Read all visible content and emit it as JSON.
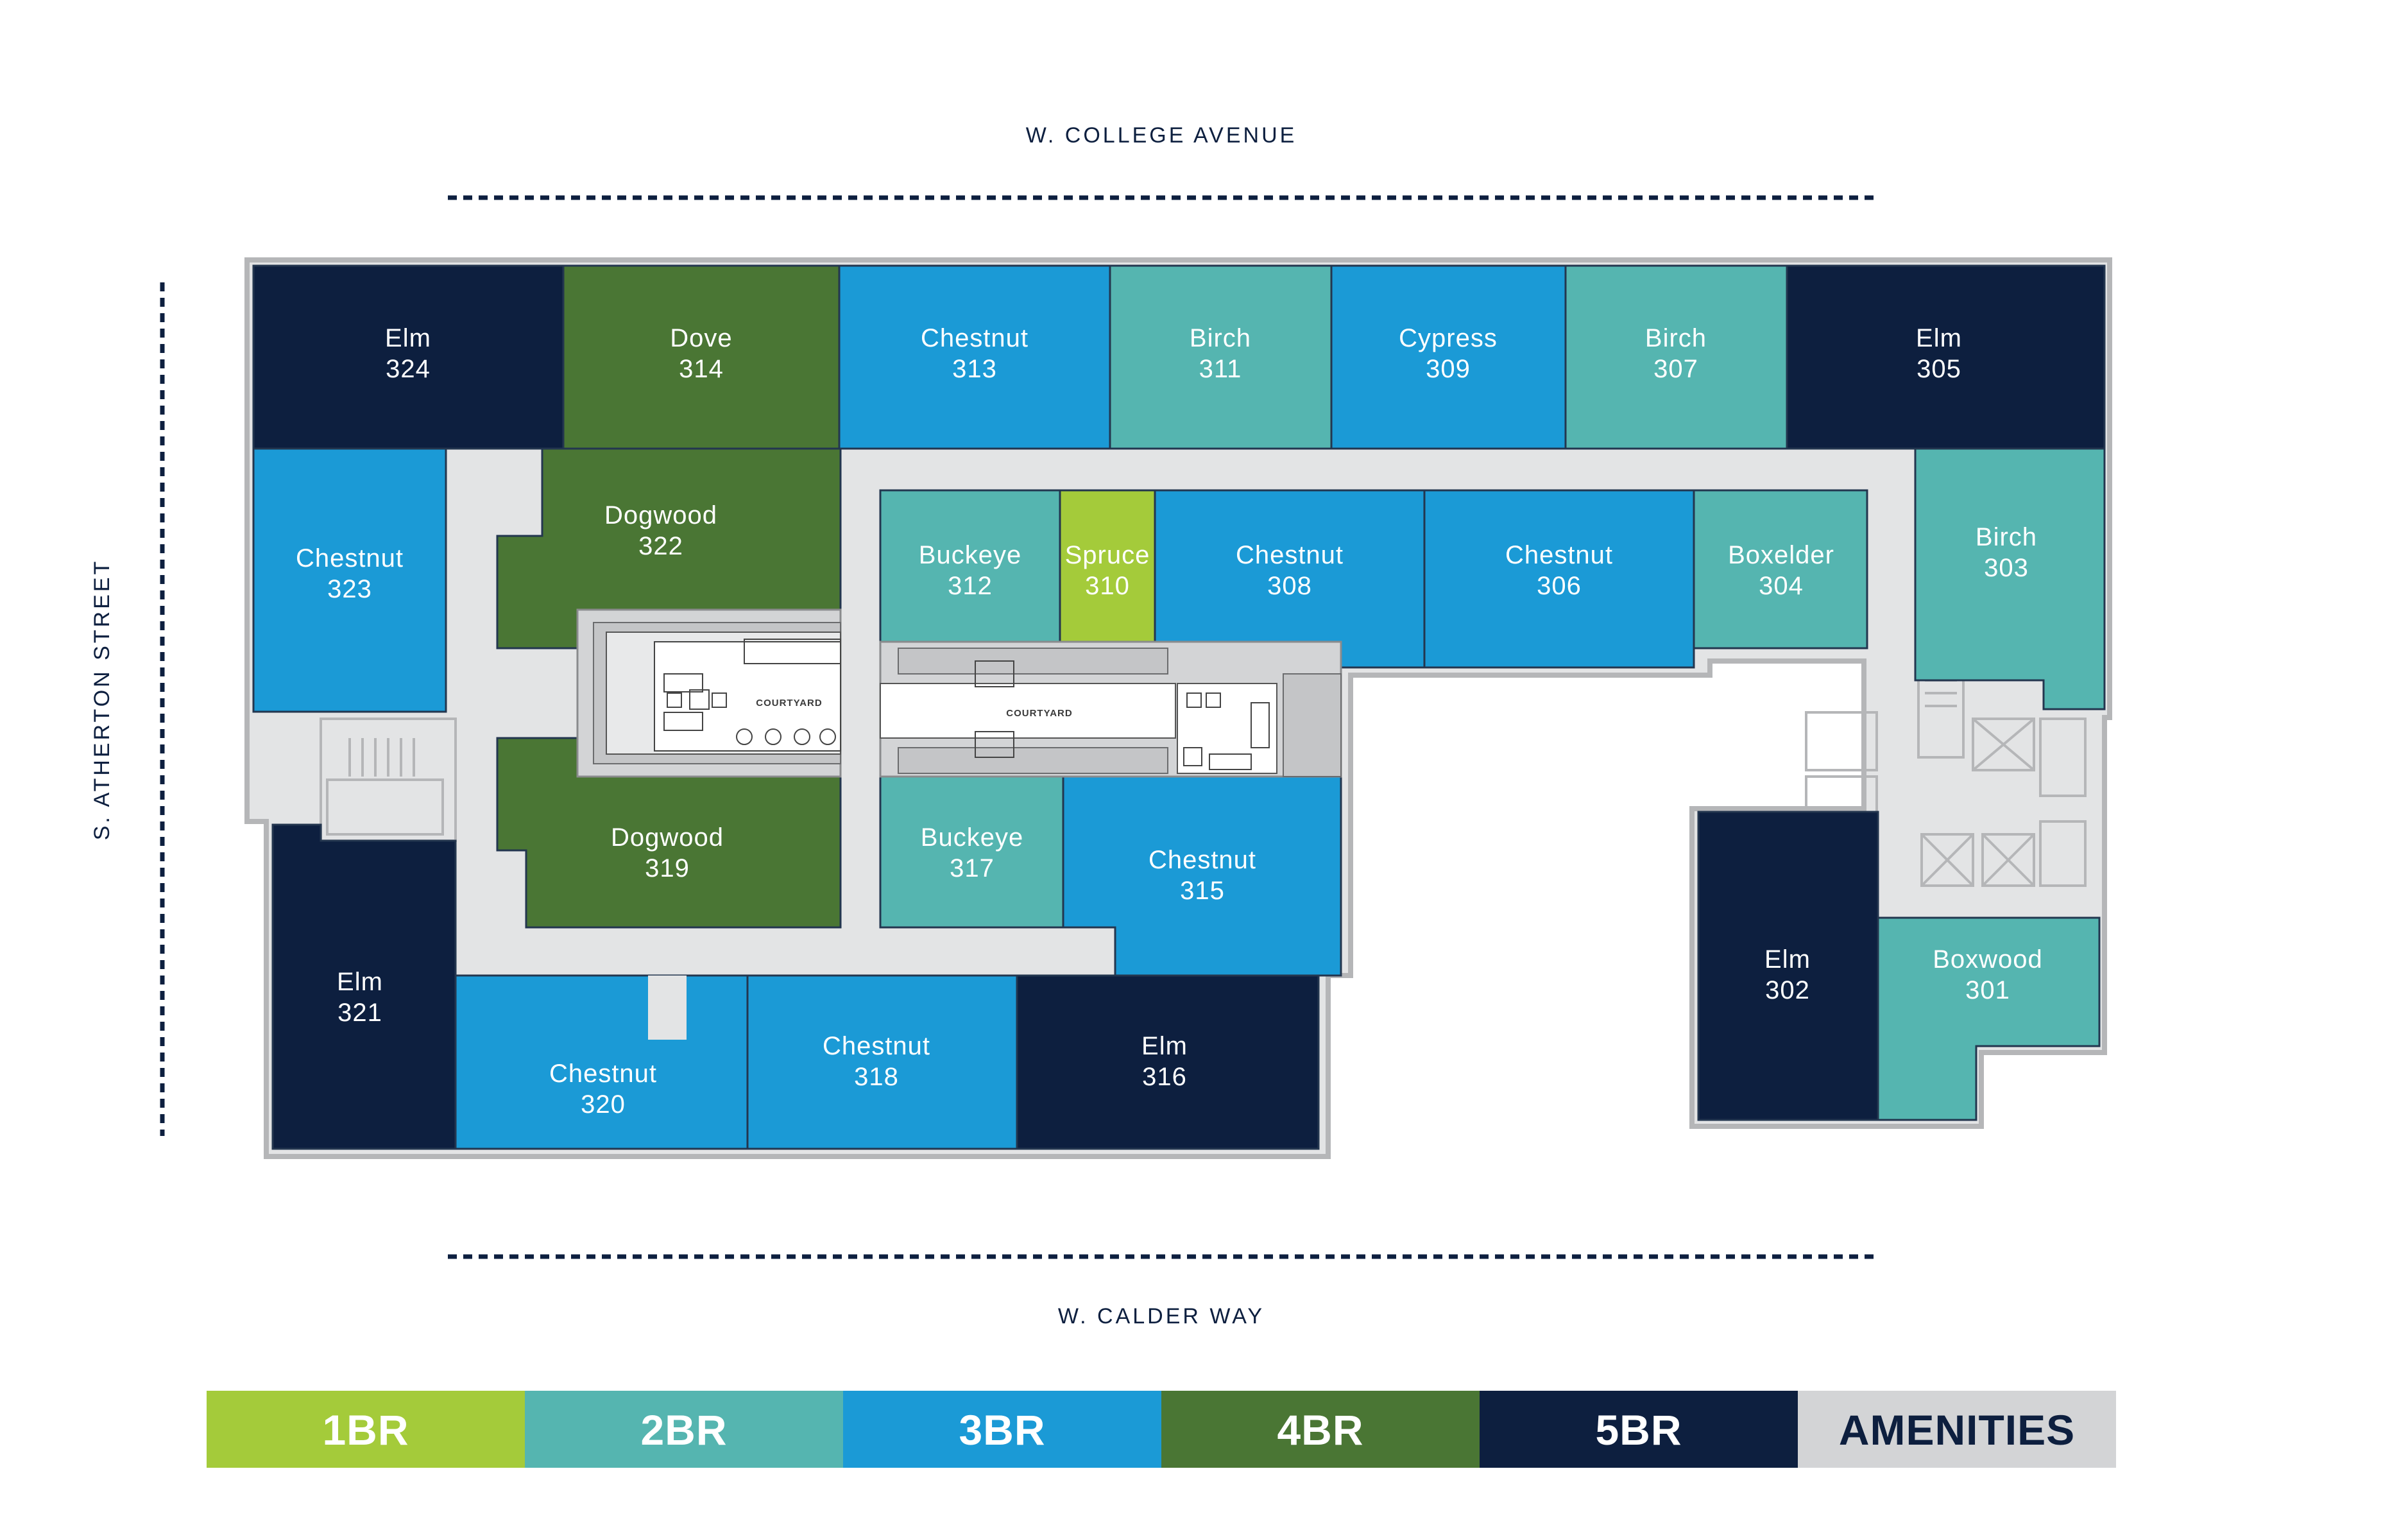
{
  "streets": {
    "north": "W. COLLEGE AVENUE",
    "south": "W. CALDER WAY",
    "west": "S. ATHERTON STREET"
  },
  "colors": {
    "1BR": "#a4cb3a",
    "2BR": "#55b5b0",
    "3BR": "#1b9ad6",
    "4BR": "#4a7634",
    "5BR": "#0d1f3f",
    "AMENITIES": "#d3d4d6",
    "corridor": "#e3e4e5",
    "outline": "#b5b6b8"
  },
  "units": [
    {
      "id": "324",
      "name": "Elm",
      "type": "5BR"
    },
    {
      "id": "314",
      "name": "Dove",
      "type": "4BR"
    },
    {
      "id": "313",
      "name": "Chestnut",
      "type": "3BR"
    },
    {
      "id": "311",
      "name": "Birch",
      "type": "2BR"
    },
    {
      "id": "309",
      "name": "Cypress",
      "type": "3BR"
    },
    {
      "id": "307",
      "name": "Birch",
      "type": "2BR"
    },
    {
      "id": "305",
      "name": "Elm",
      "type": "5BR"
    },
    {
      "id": "323",
      "name": "Chestnut",
      "type": "3BR"
    },
    {
      "id": "322",
      "name": "Dogwood",
      "type": "4BR"
    },
    {
      "id": "312",
      "name": "Buckeye",
      "type": "2BR"
    },
    {
      "id": "310",
      "name": "Spruce",
      "type": "1BR"
    },
    {
      "id": "308",
      "name": "Chestnut",
      "type": "3BR"
    },
    {
      "id": "306",
      "name": "Chestnut",
      "type": "3BR"
    },
    {
      "id": "304",
      "name": "Boxelder",
      "type": "2BR"
    },
    {
      "id": "303",
      "name": "Birch",
      "type": "2BR"
    },
    {
      "id": "319",
      "name": "Dogwood",
      "type": "4BR"
    },
    {
      "id": "317",
      "name": "Buckeye",
      "type": "2BR"
    },
    {
      "id": "315",
      "name": "Chestnut",
      "type": "3BR"
    },
    {
      "id": "321",
      "name": "Elm",
      "type": "5BR"
    },
    {
      "id": "320",
      "name": "Chestnut",
      "type": "3BR"
    },
    {
      "id": "318",
      "name": "Chestnut",
      "type": "3BR"
    },
    {
      "id": "316",
      "name": "Elm",
      "type": "5BR"
    },
    {
      "id": "302",
      "name": "Elm",
      "type": "5BR"
    },
    {
      "id": "301",
      "name": "Boxwood",
      "type": "2BR"
    }
  ],
  "courtyards": [
    "COURTYARD",
    "COURTYARD"
  ],
  "legend": [
    {
      "label": "1BR",
      "color": "#a4cb3a",
      "text_color": "#ffffff"
    },
    {
      "label": "2BR",
      "color": "#55b5b0",
      "text_color": "#ffffff"
    },
    {
      "label": "3BR",
      "color": "#1b9ad6",
      "text_color": "#ffffff"
    },
    {
      "label": "4BR",
      "color": "#4a7634",
      "text_color": "#ffffff"
    },
    {
      "label": "5BR",
      "color": "#0d1f3f",
      "text_color": "#ffffff"
    },
    {
      "label": "AMENITIES",
      "color": "#d3d4d6",
      "text_color": "#0d1f3f"
    }
  ]
}
